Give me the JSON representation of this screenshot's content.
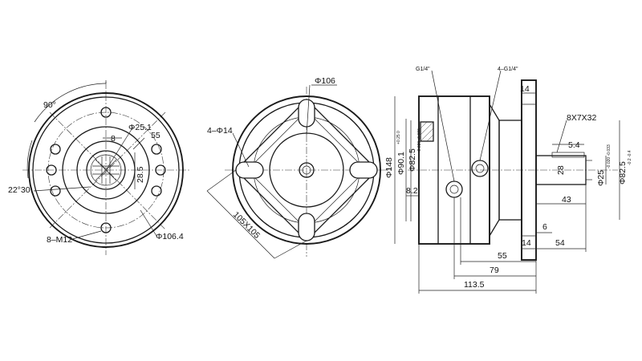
{
  "front_view": {
    "angle_90": "90°",
    "bore_dia": "Φ25.1",
    "dim_55": "55",
    "dim_8": "8",
    "dim_28_5": "28.5",
    "angle_22_30": "22°30'",
    "pcd_dia": "Φ106.4",
    "thread": "8–M12"
  },
  "rear_view": {
    "dia_106": "Φ106",
    "holes": "4–Φ14",
    "square": "105X105"
  },
  "side_view": {
    "port_g14": "G1/4\"",
    "ports_4g14": "4–G1/4\"",
    "dim_14_top": "14",
    "key": "8X7X32",
    "dim_5_4": "5.4",
    "dim_28": "28",
    "dim_43": "43",
    "dim_6": "6",
    "dim_14_bottom": "14",
    "dim_54": "54",
    "dim_55": "55",
    "dim_79": "79",
    "dim_113_5": "113.5",
    "dim_8_2": "8.2",
    "dia_148": "Φ148",
    "dia_90_1": "Φ90.1",
    "dia_90_1_tol": "+0.25 0",
    "dia_82_5": "Φ82.5",
    "dia_82_5_tol": "-0.030 -0.076",
    "dia_25": "Φ25",
    "dia_25_tol": "-0.020 -0.033",
    "dia_82_5_right": "Φ82.5",
    "dia_82_5_right_tol": "-0.2 -0.4"
  }
}
